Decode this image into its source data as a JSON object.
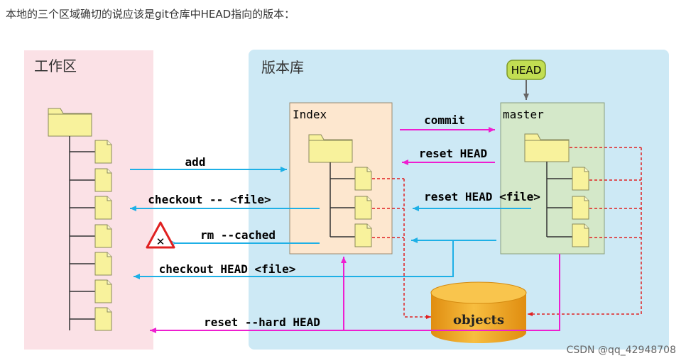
{
  "intro_text": "本地的三个区域确切的说应该是git仓库中HEAD指向的版本：",
  "diagram": {
    "working_area_label": "工作区",
    "repo_label": "版本库",
    "head_label": "HEAD",
    "index_label": "Index",
    "master_label": "master",
    "objects_label": "objects",
    "arrows": {
      "commit": "commit",
      "reset_head": "reset HEAD",
      "add": "add",
      "checkout_file": "checkout -- <file>",
      "reset_head_file": "reset HEAD <file>",
      "rm_cached": "rm --cached",
      "checkout_head_file": "checkout HEAD <file>",
      "reset_hard_head": "reset --hard HEAD"
    },
    "colors": {
      "working_area_bg": "#fbe1e6",
      "repo_bg": "#cde9f5",
      "index_bg": "#fde7cf",
      "master_bg": "#d4e8c9",
      "cyan_arrow": "#1eb0e6",
      "magenta_arrow": "#ee1ed0",
      "red_dashed": "#e02020",
      "folder_fill": "#f8f29c",
      "head_fill": "#c2de52",
      "objects_fill": "#f2a71b"
    }
  },
  "watermark": "CSDN @qq_42948708"
}
